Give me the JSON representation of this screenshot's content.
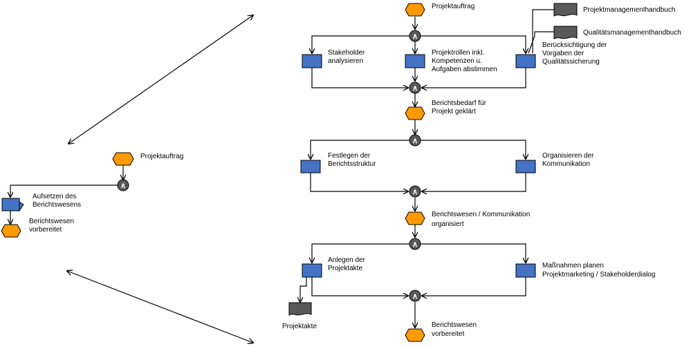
{
  "colors": {
    "event": "#FF9900",
    "function": "#4472C4",
    "operator": "#595959",
    "document": "#595959",
    "line": "#000000"
  },
  "operator_symbol": "∧",
  "overview": {
    "start_event": "Projektauftrag",
    "function": [
      "Aufsetzen des",
      "Berichtswesens"
    ],
    "end_event": [
      "Berichtswesen",
      "vorbereitet"
    ]
  },
  "detail": {
    "start_event": "Projektauftrag",
    "docs": {
      "pm_handbook": "Projektmanagementhandbuch",
      "qm_handbook": "Qualitätsmanagementhandbuch",
      "project_file": "Projektakte"
    },
    "block1": {
      "stakeholder": [
        "Stakeholder",
        "analysieren"
      ],
      "roles": [
        "Projektrollen inkl.",
        "Kompetenzen u.",
        "Aufgaben abstimmen"
      ],
      "quality": [
        "Berücksichtigung der",
        "Vorgaben der",
        "Qualitätssicherung"
      ]
    },
    "event1": [
      "Berichtsbedarf für",
      "Projekt geklärt"
    ],
    "block2": {
      "structure": [
        "Festlegen der",
        "Berichtsstruktur"
      ],
      "communication": [
        "Organisieren der",
        "Kommunikation"
      ]
    },
    "event2": [
      "Berichtswesen / Kommunikation",
      "organisiert"
    ],
    "block3": {
      "file": [
        "Anlegen der",
        "Projektakte"
      ],
      "marketing": [
        "Maßnahmen planen",
        "Projektmarketing / Stakeholderdialog"
      ]
    },
    "end_event": [
      "Berichtswesen",
      "vorbereitet"
    ]
  }
}
